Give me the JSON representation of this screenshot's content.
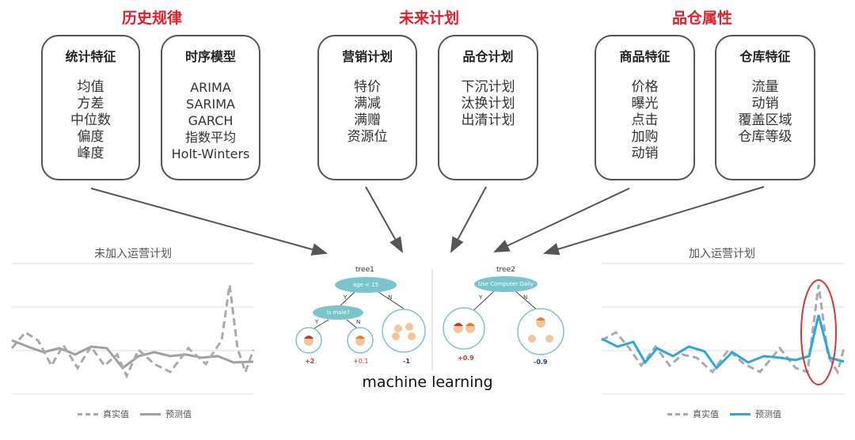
{
  "categories": [
    {
      "title": "历史规律"
    },
    {
      "title": "未来计划"
    },
    {
      "title": "品仓属性"
    }
  ],
  "boxes": [
    {
      "title": "统计特征",
      "items": [
        "均值",
        "方差",
        "中位数",
        "偏度",
        "峰度"
      ]
    },
    {
      "title": "时序模型",
      "items": [
        "ARIMA",
        "SARIMA",
        "GARCH",
        "指数平均",
        "Holt-Winters"
      ]
    },
    {
      "title": "营销计划",
      "items": [
        "特价",
        "满减",
        "满赠",
        "资源位"
      ]
    },
    {
      "title": "品仓计划",
      "items": [
        "下沉计划",
        "汰换计划",
        "出清计划"
      ]
    },
    {
      "title": "商品特征",
      "items": [
        "价格",
        "曝光",
        "点击",
        "加购",
        "动销"
      ]
    },
    {
      "title": "仓库特征",
      "items": [
        "流量",
        "动销",
        "覆盖区域",
        "仓库等级"
      ]
    }
  ],
  "left_plot": {
    "title": "未加入运营计划",
    "legend_actual": "真实值",
    "legend_pred": "预测值"
  },
  "right_plot": {
    "title": "加入运营计划",
    "legend_actual": "真实值",
    "legend_pred": "预测值"
  },
  "center": {
    "label": "machine learning",
    "tree1": {
      "title": "tree1",
      "root": "age < 15",
      "child": "is male?",
      "scores": [
        "+2",
        "+0.1",
        "-1"
      ],
      "yes": "Y",
      "no": "N"
    },
    "tree2": {
      "title": "tree2",
      "root": "Use Computer Daily",
      "scores": [
        "+0.9",
        "-0.9"
      ],
      "yes": "Y",
      "no": "N"
    }
  },
  "colors": {
    "category": "#e0202a",
    "predicted_left": "#a0a0a0",
    "predicted_right": "#2ea6de",
    "actual": "#aaaaaa",
    "highlight": "#d0393b",
    "node": "#7ac5cd"
  }
}
